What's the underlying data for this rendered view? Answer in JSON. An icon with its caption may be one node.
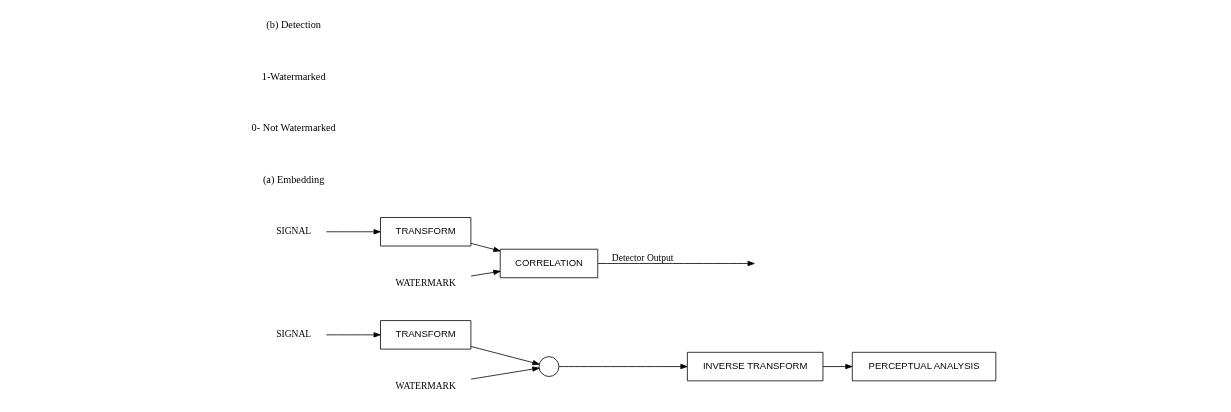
{
  "diagram": {
    "nodes": [
      {
        "text": [
          "SIGNAL"
        ]
      },
      {
        "text": [
          "TRANSFORM"
        ]
      },
      {
        "text": [],
        "shape": "circle"
      },
      {
        "text": [
          "INVERSE TRANSFORM"
        ]
      },
      {
        "text": [
          "PERCEPTUAL ANALYSIS"
        ]
      },
      {
        "text": [
          "WATERMARK"
        ]
      },
      {
        "text": [
          "SIGNAL"
        ]
      },
      {
        "text": [
          "TRANSFORM"
        ]
      },
      {
        "text": [
          "CORRELATION"
        ]
      },
      {
        "text": [
          "WATERMARK"
        ]
      }
    ],
    "edges": [
      {
        "from": 0,
        "to": 1,
        "arrow": "to"
      },
      {
        "from": 1,
        "to": 2,
        "arrow": "to"
      },
      {
        "from": 2,
        "to": 3,
        "arrow": "to"
      },
      {
        "from": 3,
        "to": 4,
        "arrow": "to"
      },
      {
        "from": 5,
        "to": 2,
        "arrow": "to"
      },
      {
        "from": 6,
        "to": 7,
        "arrow": "to"
      },
      {
        "from": 7,
        "to": 8,
        "arrow": "to"
      },
      {
        "from": 9,
        "to": 8,
        "arrow": "to"
      },
      {
        "from": 8,
        "to": null,
        "arrow": "to",
        "label": "Detector Output"
      }
    ],
    "labels": [
      "(a) Embedding",
      "0- Not Watermarked",
      "1-Watermarked",
      "(b) Detection"
    ]
  }
}
